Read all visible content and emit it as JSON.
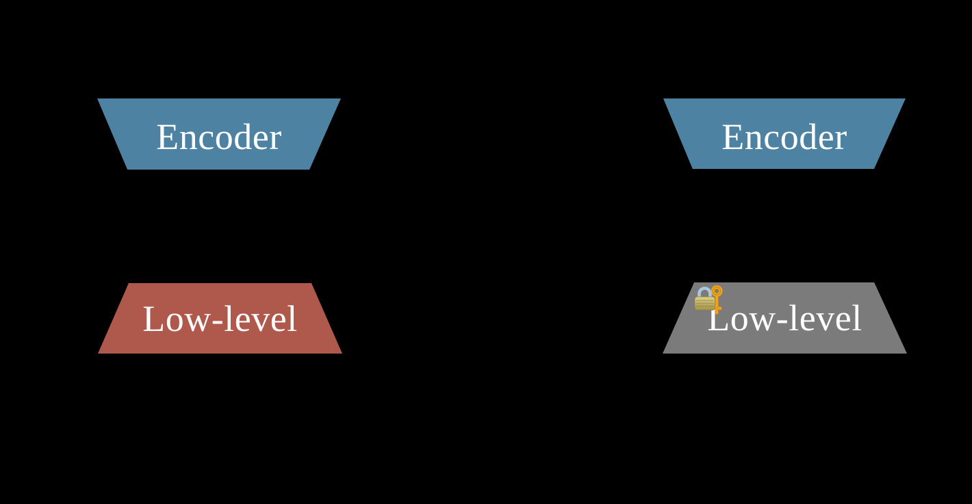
{
  "figure": {
    "background_color": "#000000",
    "text_color": "#ffffff"
  },
  "nodes": [
    {
      "id": "left-encoder",
      "label": "Encoder",
      "shape": "trapezoid-tapering-down",
      "color": "#4e82a2"
    },
    {
      "id": "left-low-level",
      "label": "Low-level",
      "shape": "trapezoid-widening-down",
      "color": "#ae594c"
    },
    {
      "id": "right-encoder",
      "label": "Encoder",
      "shape": "trapezoid-tapering-down",
      "color": "#4e82a2"
    },
    {
      "id": "right-low-level",
      "label": "Low-level",
      "shape": "trapezoid-widening-down",
      "color": "#7b7b7b",
      "icon": "closed-lock-with-key"
    }
  ]
}
